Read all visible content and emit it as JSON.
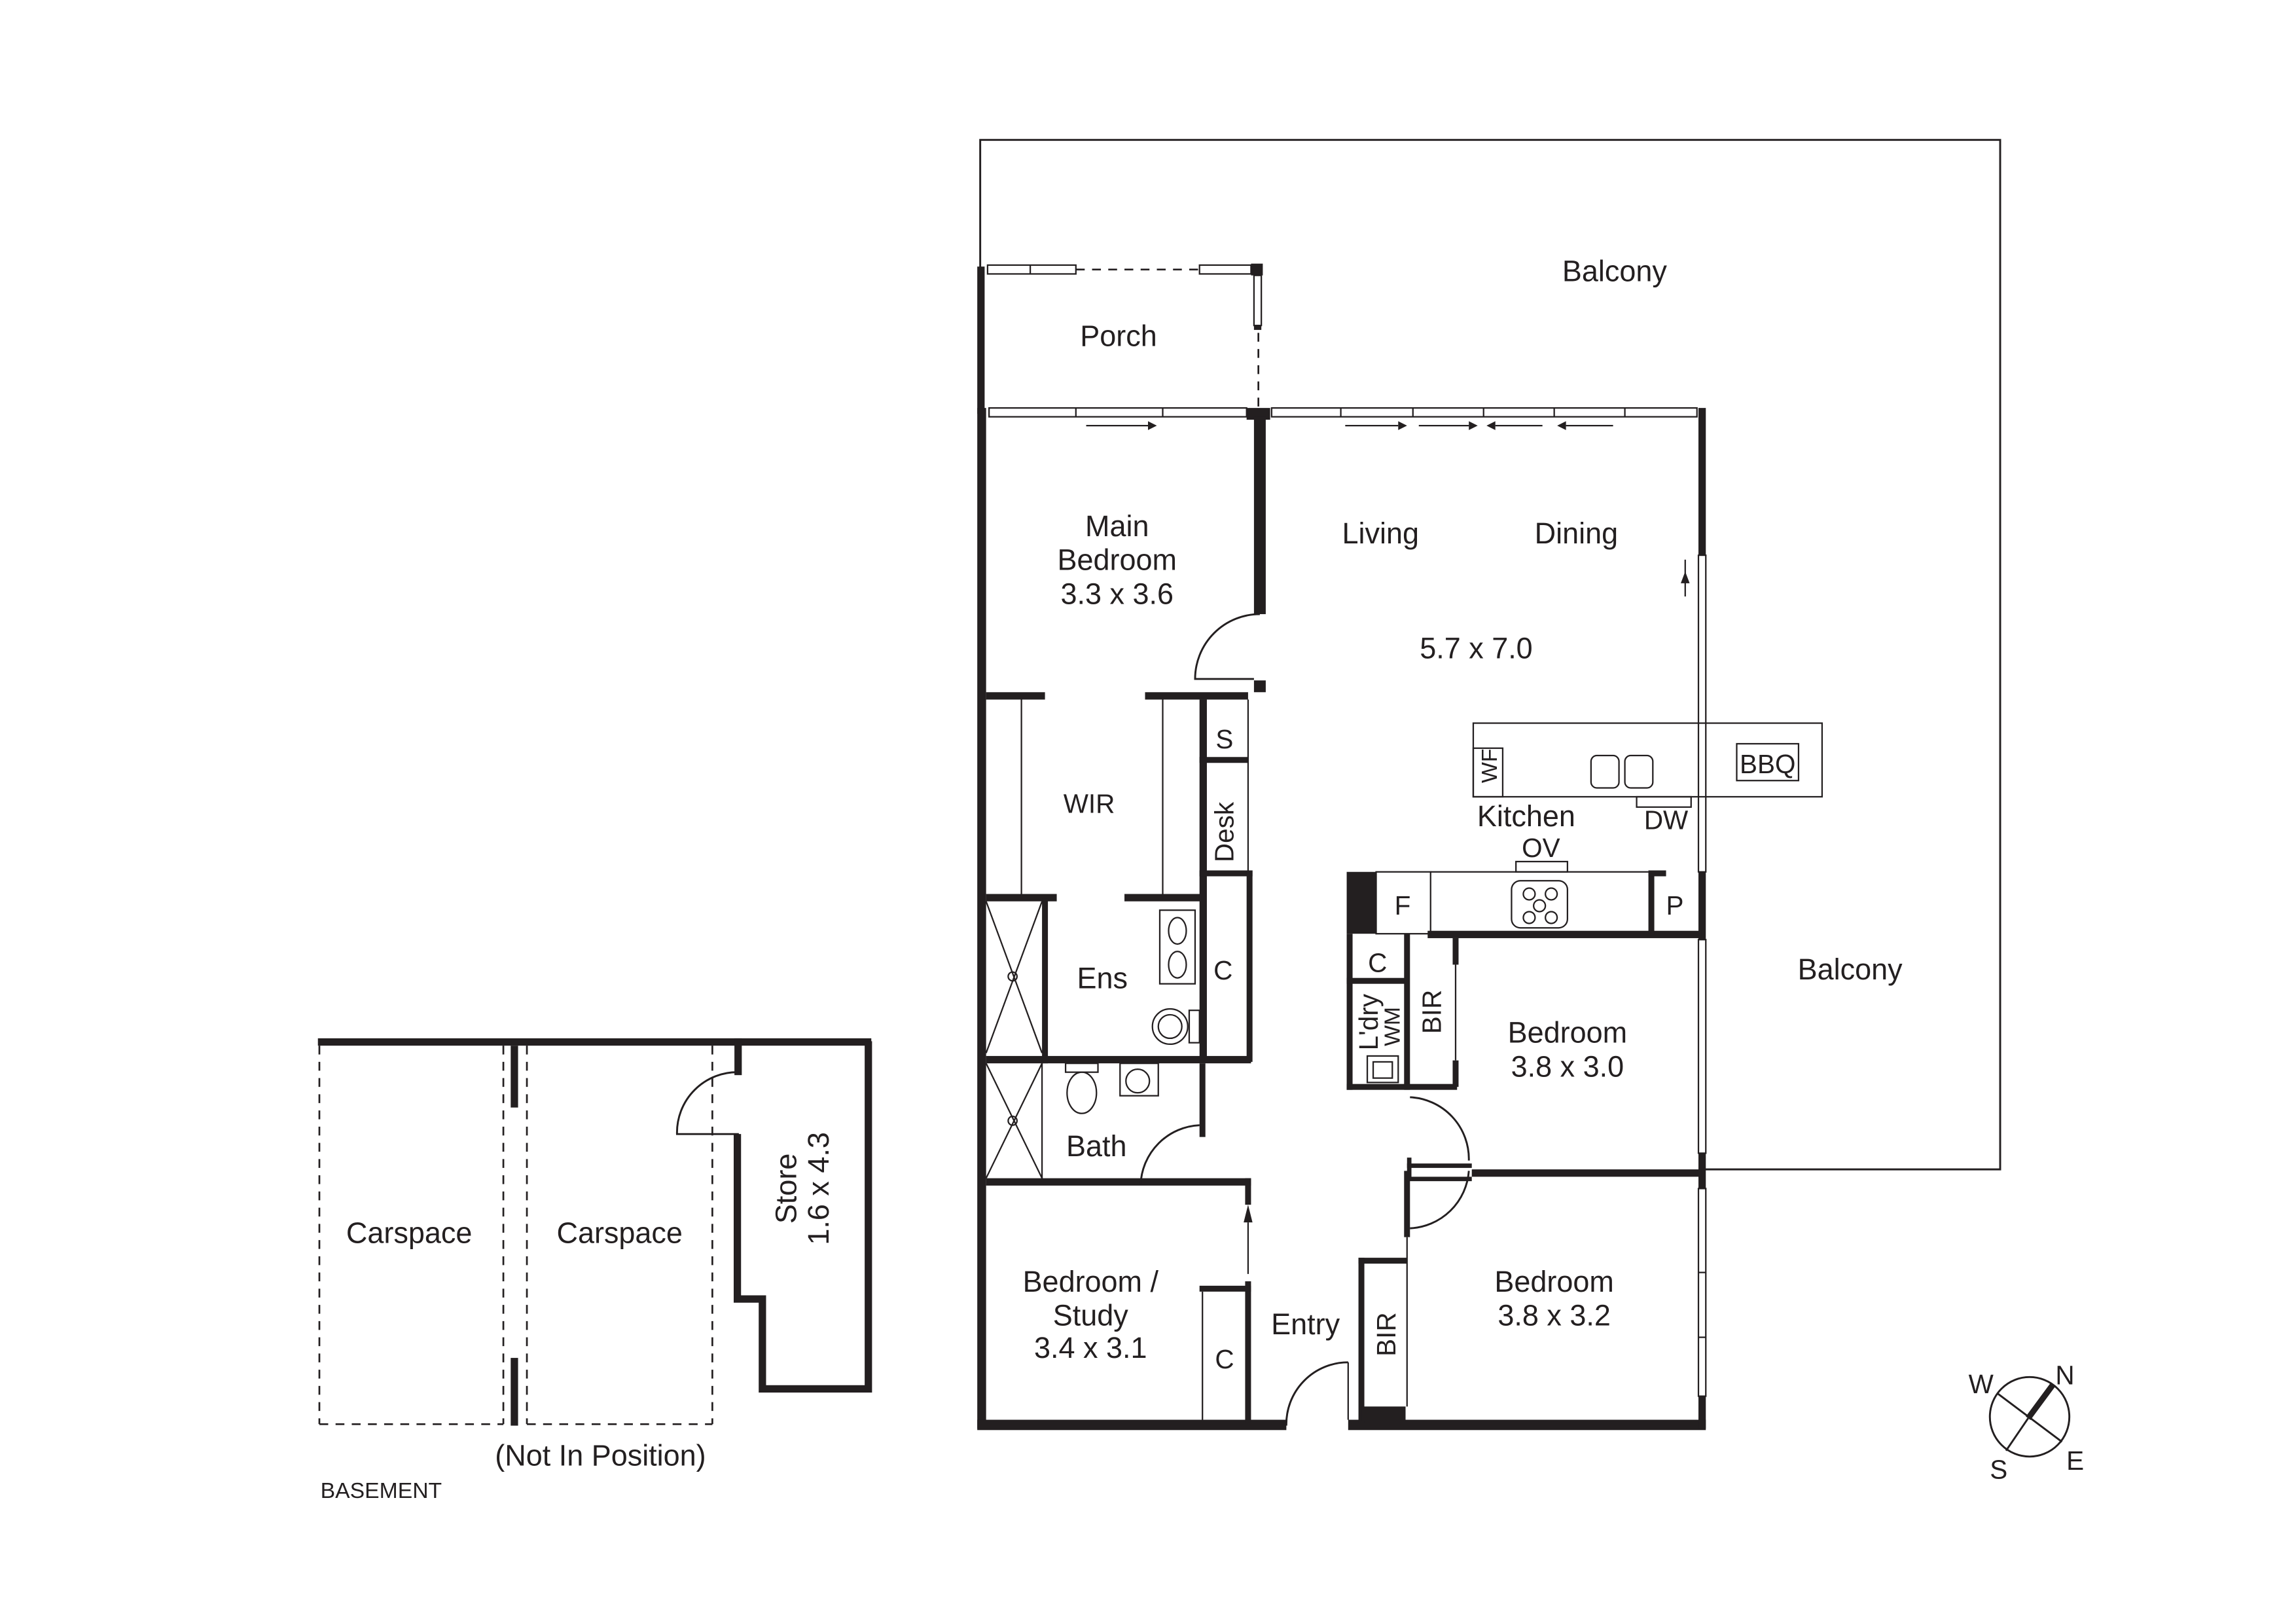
{
  "plan": {
    "level_label": "BASEMENT",
    "rooms": {
      "balcony_north": "Balcony",
      "balcony_east": "Balcony",
      "porch": "Porch",
      "main_bedroom": {
        "name_line1": "Main",
        "name_line2": "Bedroom",
        "dims": "3.3 x 3.6"
      },
      "living": "Living",
      "dining": "Dining",
      "living_dining_dims": "5.7 x 7.0",
      "wir": "WIR",
      "s": "S",
      "desk": "Desk",
      "ens": "Ens",
      "ens_c": "C",
      "bath": "Bath",
      "kitchen": "Kitchen",
      "wf": "WF",
      "dw": "DW",
      "ov": "OV",
      "bbq": "BBQ",
      "f": "F",
      "p": "P",
      "laundry_c": "C",
      "laundry": "L'dry",
      "wm": "WM",
      "bir_bed2": "BIR",
      "bedroom2": {
        "name": "Bedroom",
        "dims": "3.8 x 3.0"
      },
      "bedroom3": {
        "name": "Bedroom",
        "dims": "3.8 x 3.2"
      },
      "bir_bed3": "BIR",
      "study": {
        "name_line1": "Bedroom /",
        "name_line2": "Study",
        "dims": "3.4 x 3.1"
      },
      "study_c": "C",
      "entry": "Entry"
    },
    "basement": {
      "carspace_1": "Carspace",
      "carspace_2": "Carspace",
      "store_name": "Store",
      "store_dims": "1.6 x 4.3",
      "note": "(Not In Position)"
    },
    "compass": {
      "n": "N",
      "s": "S",
      "e": "E",
      "w": "W"
    }
  }
}
